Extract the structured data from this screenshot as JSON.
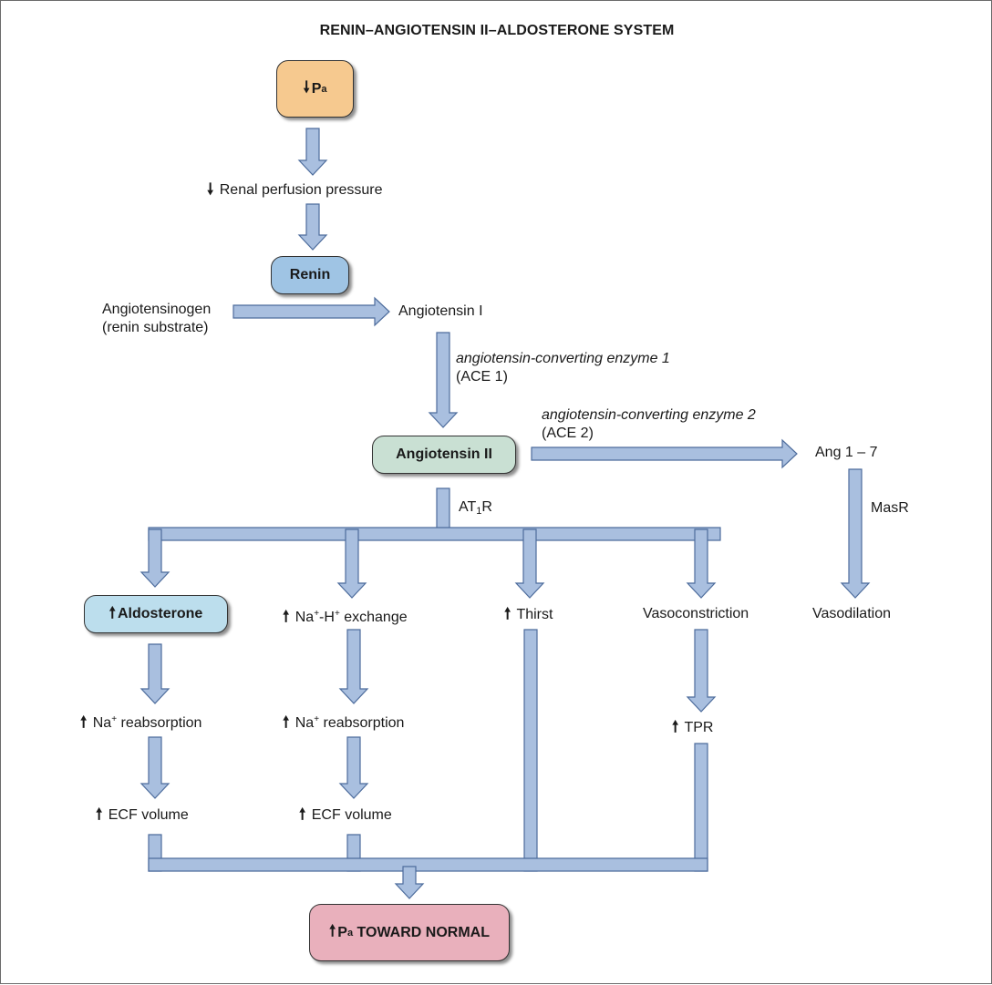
{
  "title": "RENIN–ANGIOTENSIN II–ALDOSTERONE SYSTEM",
  "glyphs": {
    "up": "🠕",
    "down": "🠗"
  },
  "nodes": {
    "pa_low": {
      "arrow": "down",
      "main": "P",
      "sub": "a"
    },
    "renal_perfusion": {
      "arrow": "down",
      "text": "Renal perfusion pressure"
    },
    "renin": {
      "text": "Renin"
    },
    "angiotensinogen": {
      "line1": "Angiotensinogen",
      "line2": "(renin substrate)"
    },
    "angiotensin_1": {
      "text": "Angiotensin I"
    },
    "ace1": {
      "line1": "angiotensin-converting enzyme 1",
      "line2": "(ACE 1)"
    },
    "angiotensin_2": {
      "text": "Angiotensin II"
    },
    "ace2": {
      "line1": "angiotensin-converting enzyme 2",
      "line2": "(ACE 2)"
    },
    "ang_1_7": {
      "text": "Ang 1 – 7"
    },
    "at1r": {
      "main": "AT",
      "sub": "1",
      "tail": "R"
    },
    "masr": {
      "text": "MasR"
    },
    "aldosterone": {
      "arrow": "up",
      "text": "Aldosterone"
    },
    "na_h_exchange": {
      "arrow": "up",
      "na": "Na",
      "plus1": "+",
      "dash": "-H",
      "plus2": "+",
      "text": " exchange"
    },
    "thirst": {
      "arrow": "up",
      "text": "Thirst"
    },
    "vasoconstriction": {
      "text": "Vasoconstriction"
    },
    "vasodilation": {
      "text": "Vasodilation"
    },
    "na_reabs_1": {
      "arrow": "up",
      "na": "Na",
      "plus": "+",
      "text": " reabsorption"
    },
    "na_reabs_2": {
      "arrow": "up",
      "na": "Na",
      "plus": "+",
      "text": " reabsorption"
    },
    "tpr": {
      "arrow": "up",
      "text": "TPR"
    },
    "ecf_1": {
      "arrow": "up",
      "text": "ECF volume"
    },
    "ecf_2": {
      "arrow": "up",
      "text": "ECF volume"
    },
    "pa_normal": {
      "arrow": "up",
      "main": "P",
      "sub": "a",
      "text": " TOWARD NORMAL"
    }
  },
  "colors": {
    "arrow_fill": "#a9bfdf",
    "arrow_stroke": "#4d6c9c",
    "pa_box": "#f6c98f",
    "renin_box": "#9fc4e4",
    "angiotensin_ii_box": "#c9e0d3",
    "aldosterone_box": "#bcdeed",
    "normal_box": "#e9b0bc",
    "border": "#6b6b6b"
  }
}
